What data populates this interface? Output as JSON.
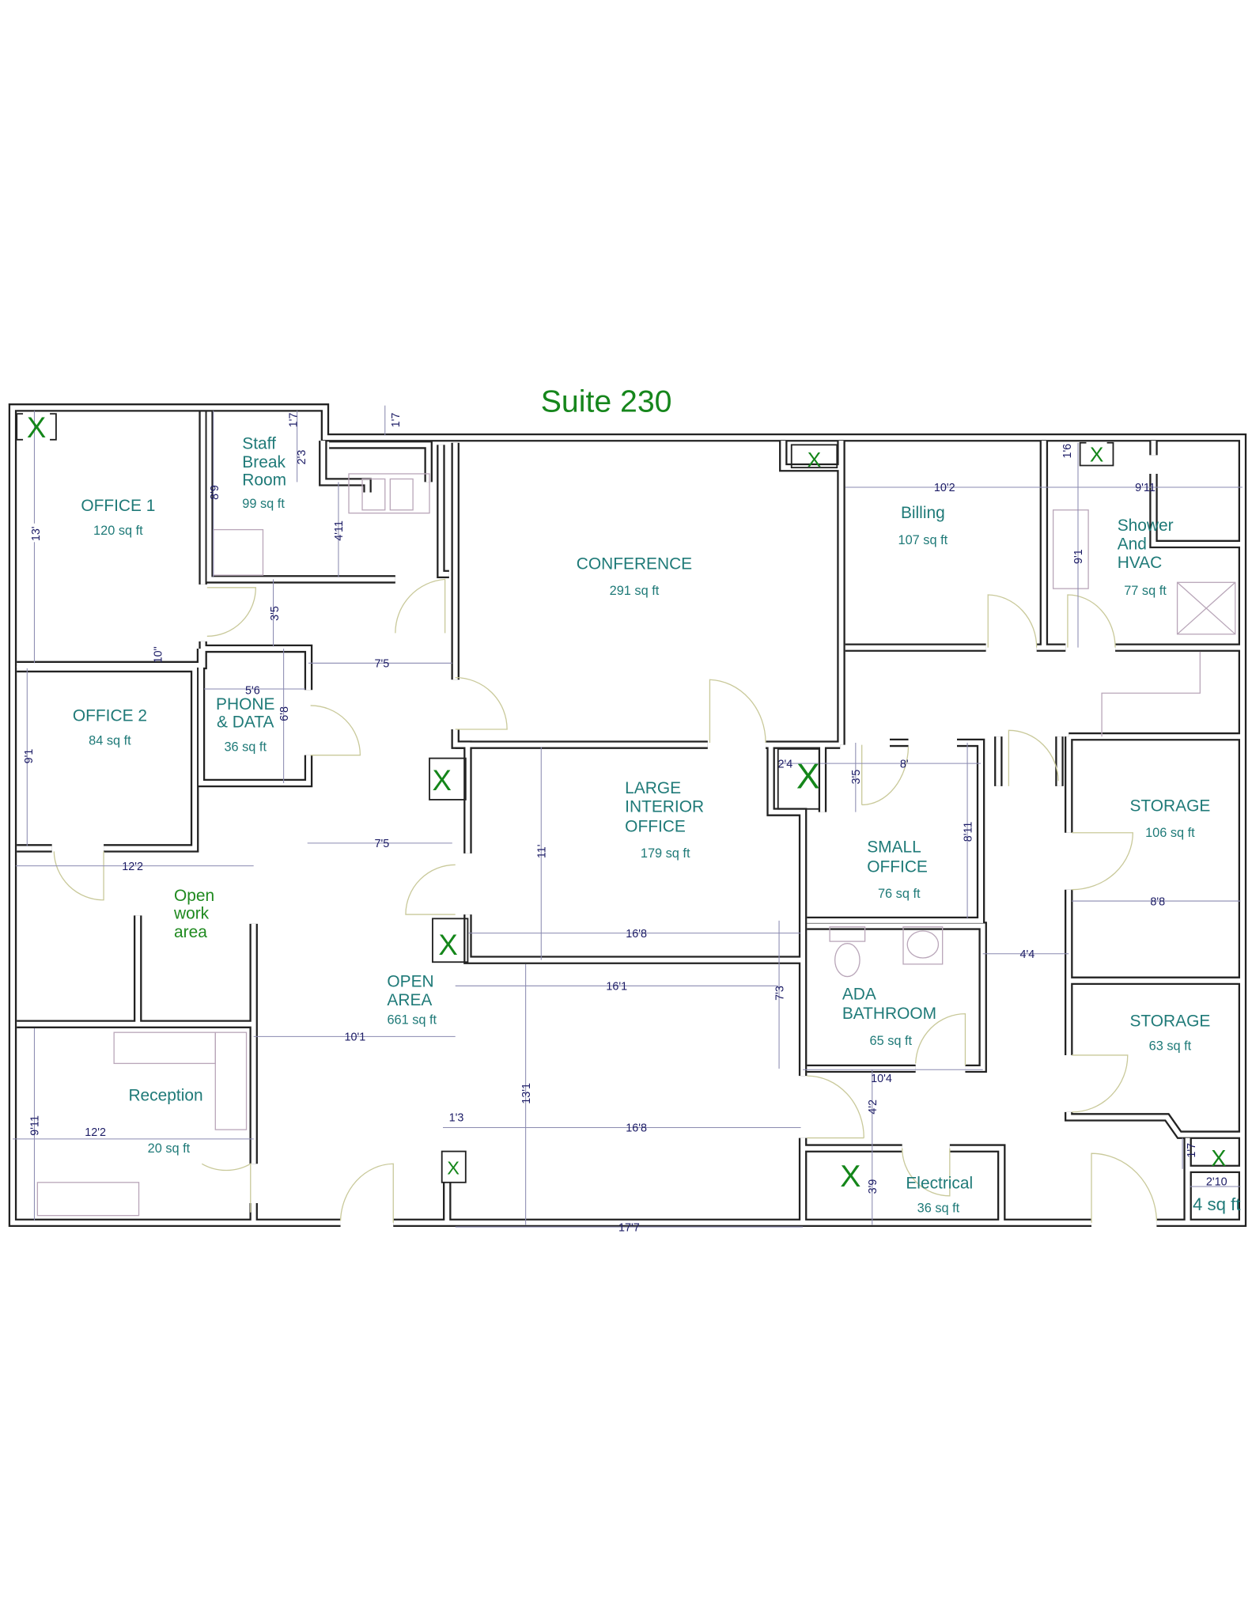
{
  "title": "Suite 230",
  "exit_marker": "X",
  "colors": {
    "title": "#16861c",
    "room_label": "#1f7a78",
    "dimension": "#1c1c66",
    "wall": "#222222",
    "exit_marker": "#14861a"
  },
  "rooms": [
    {
      "lines": [
        "OFFICE 1"
      ],
      "area": "120 sq ft"
    },
    {
      "lines": [
        "Staff",
        "Break",
        "Room"
      ],
      "area": "99 sq ft"
    },
    {
      "lines": [
        "CONFERENCE"
      ],
      "area": "291 sq ft"
    },
    {
      "lines": [
        "Billing"
      ],
      "area": "107 sq ft"
    },
    {
      "lines": [
        "Shower",
        "And",
        "HVAC"
      ],
      "area": "77 sq ft"
    },
    {
      "lines": [
        "OFFICE 2"
      ],
      "area": "84 sq ft"
    },
    {
      "lines": [
        "PHONE",
        "& DATA"
      ],
      "area": "36 sq ft"
    },
    {
      "lines": [
        "LARGE",
        "INTERIOR",
        "OFFICE"
      ],
      "area": "179 sq ft"
    },
    {
      "lines": [
        "SMALL",
        "OFFICE"
      ],
      "area": "76 sq ft"
    },
    {
      "lines": [
        "STORAGE"
      ],
      "area": "106 sq ft"
    },
    {
      "lines": [
        "Open",
        "work",
        "area"
      ],
      "area": ""
    },
    {
      "lines": [
        "OPEN",
        "AREA"
      ],
      "area": "661 sq ft"
    },
    {
      "lines": [
        "ADA",
        "BATHROOM"
      ],
      "area": "65 sq ft"
    },
    {
      "lines": [
        "STORAGE"
      ],
      "area": "63 sq ft"
    },
    {
      "lines": [
        "Reception"
      ],
      "area": "20 sq ft"
    },
    {
      "lines": [
        "Electrical"
      ],
      "area": "36 sq ft"
    },
    {
      "lines": [],
      "area": "4 sq ft"
    }
  ],
  "dimensions": [
    "1'7",
    "1'7",
    "2'3",
    "8'9",
    "13'",
    "4'11",
    "3'5",
    "10\"",
    "7'5",
    "5'6",
    "6'8",
    "9'1",
    "7'5",
    "12'2",
    "16'8",
    "11'",
    "16'1",
    "7'3",
    "10'1",
    "13'1",
    "1'3",
    "16'8",
    "9'11",
    "12'2",
    "17'7",
    "10'2",
    "9'11",
    "1'6",
    "9'1",
    "2'4",
    "8'",
    "3'5",
    "8'11",
    "4'4",
    "8'8",
    "10'4",
    "4'2",
    "3'9",
    "1'7",
    "2'10"
  ]
}
